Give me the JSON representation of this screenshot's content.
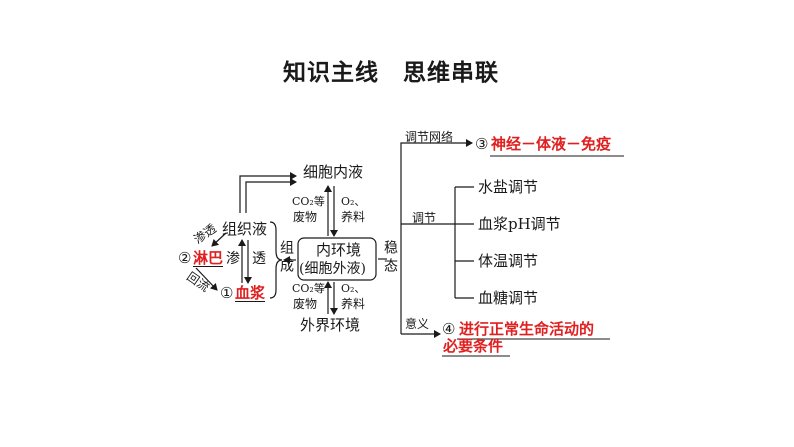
{
  "title": "知识主线　思维串联",
  "left": {
    "cell_fluid": "细胞内液",
    "tissue_fluid": "组织液",
    "lymph_prefix": "②",
    "lymph": "淋巴",
    "plasma_prefix": "①",
    "plasma": "血浆",
    "seep_in": "渗透",
    "seep_through_1": "渗",
    "seep_through_2": "透",
    "backflow": "回流",
    "compose": "组成",
    "co2_top": "CO₂等",
    "waste_top": "废物",
    "o2_top": "O₂、",
    "nutrient_top": "养料",
    "co2_bottom": "CO₂等",
    "waste_bottom": "废物",
    "o2_bottom": "O₂、",
    "nutrient_bottom": "养料",
    "internal_env": "内环境",
    "extracellular": "(细胞外液)",
    "external_env": "外界环境",
    "steady_state": "稳态"
  },
  "right": {
    "network_label": "调节网络",
    "network_prefix": "③",
    "network_answer": "神经－体液－免疫",
    "regulation_label": "调节",
    "items": [
      "水盐调节",
      "血浆pH调节",
      "体温调节",
      "血糖调节"
    ],
    "meaning_label": "意义",
    "meaning_prefix": "④",
    "meaning_line1": "进行正常生命活动的",
    "meaning_line2": "必要条件"
  },
  "colors": {
    "answer": "#e02020",
    "line": "#1a1a1a"
  }
}
